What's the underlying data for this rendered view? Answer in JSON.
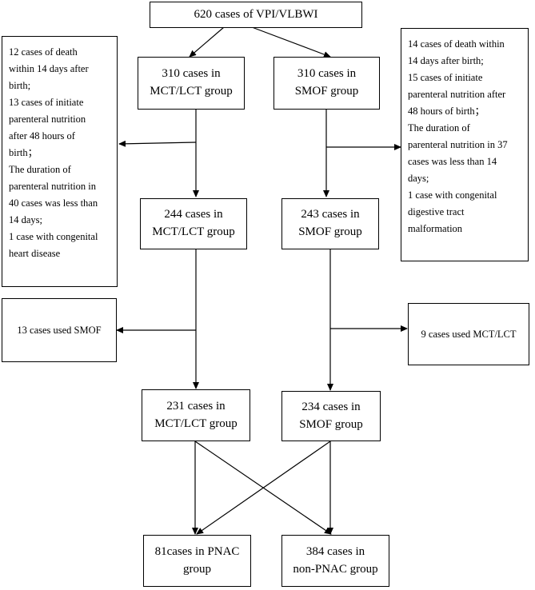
{
  "top_box": "620 cases of VPI/VLBWI",
  "group1_initial": [
    "310 cases in",
    "MCT/LCT group"
  ],
  "group2_initial": [
    "310 cases in",
    "SMOF group"
  ],
  "exclusion_left": [
    "12 cases of death",
    "within 14 days after",
    "birth;",
    "13 cases of initiate",
    "parenteral nutrition",
    "after 48 hours of",
    "birth；",
    "The duration of",
    "parenteral nutrition in",
    "40 cases was less than",
    "14 days;",
    "1 case with congenital",
    "heart disease"
  ],
  "exclusion_right": [
    "14 cases of death within",
    "14 days after birth;",
    "15 cases of initiate",
    "parenteral nutrition after",
    "48 hours of birth；",
    "The duration of",
    "parenteral nutrition in 37",
    "cases was less than 14",
    "days;",
    "1 case with congenital",
    "digestive tract",
    "malformation"
  ],
  "group1_mid": [
    "244 cases in",
    "MCT/LCT group"
  ],
  "group2_mid": [
    "243 cases in",
    "SMOF group"
  ],
  "switch_left": "13 cases used SMOF",
  "switch_right": "9 cases used MCT/LCT",
  "group1_final": [
    "231 cases in",
    "MCT/LCT group"
  ],
  "group2_final": [
    "234 cases in",
    "SMOF group"
  ],
  "outcome_pnac": [
    "81cases in PNAC",
    "group"
  ],
  "outcome_non_pnac": [
    "384 cases in",
    "non-PNAC group"
  ]
}
